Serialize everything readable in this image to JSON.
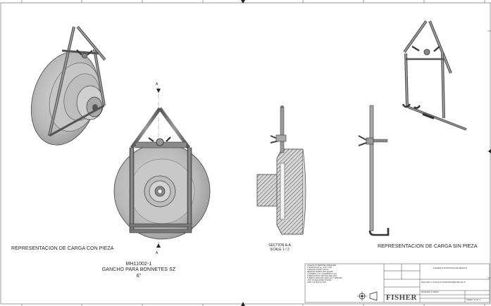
{
  "views": {
    "loaded_caption": "REPRESENTACION DE CARGA CON PIEZA",
    "unloaded_caption": "REPRESENTACION DE CARGA SIN PIEZA",
    "section_title": "SECTION A-A",
    "section_scale": "SCALE 1 / 2",
    "section_marker": "A"
  },
  "part": {
    "number": "MH11002-1",
    "name": "GANCHO PARA BONNETES SZ",
    "size": "6\""
  },
  "notes": [
    "UNLESS OTHERWISE SPECIFIED",
    "TOLERANCES ▲ .XXX ±.010\"",
    "SURFACE FINISH 125 Ra",
    "REMOVE BURRS AND SHARP",
    "CORNERS, 0.03 CHAMFERS 0.016",
    "THREAD DRILL DEPTHS ARE MAX",
    "THREAD LENGTHS ARE FULL THREADS",
    "UNIT OF MEASURE INCHES",
    "ANSI Y14.5M-ISO 1101"
  ],
  "title_block": {
    "company": "FISHER CONTROLES DE MEXICO",
    "title": "ROLLED C GANCHO PARA BONNETES SZ 6\"",
    "drawing_no": "MH11002-1 PIEZA",
    "brand": "FISHER",
    "sheet": "SHEET 1 OF 1"
  }
}
